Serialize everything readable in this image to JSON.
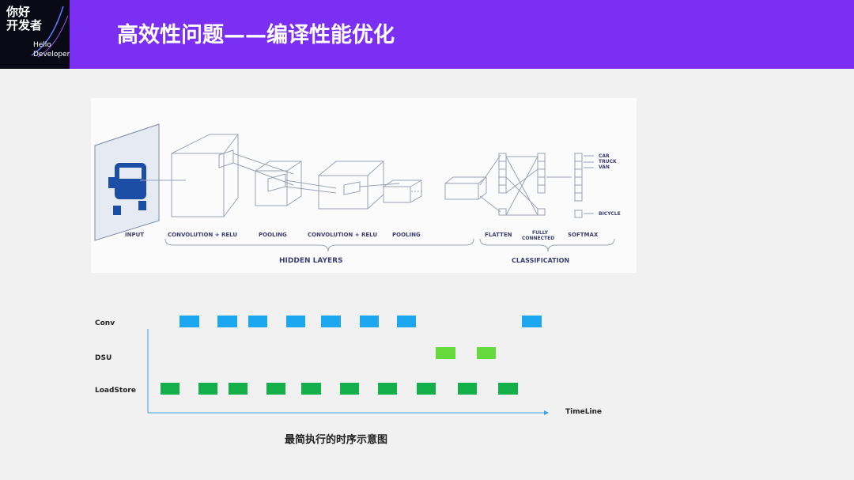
{
  "logo": {
    "line1": "你好",
    "line2": "开发者",
    "line3": "Hello",
    "line4": "Developer"
  },
  "title": "高效性问题——编译性能优化",
  "cnn": {
    "labels": {
      "input": "INPUT",
      "conv1": "CONVOLUTION + RELU",
      "pool1": "POOLING",
      "conv2": "CONVOLUTION + RELU",
      "pool2": "POOLING",
      "flatten": "FLATTEN",
      "fully1": "FULLY",
      "fully2": "CONNECTED",
      "softmax": "SOFTMAX",
      "hidden": "HIDDEN LAYERS",
      "classification": "CLASSIFICATION"
    },
    "classes": [
      "CAR",
      "TRUCK",
      "VAN",
      "BICYCLE"
    ]
  },
  "timing": {
    "rows": [
      "Conv",
      "DSU",
      "LoadStore"
    ],
    "axis_label": "TimeLine",
    "colors": {
      "Conv": "#1ca7f0",
      "DSU": "#66d93c",
      "LoadStore": "#13b04a"
    }
  },
  "caption": "最简执行的时序示意图"
}
